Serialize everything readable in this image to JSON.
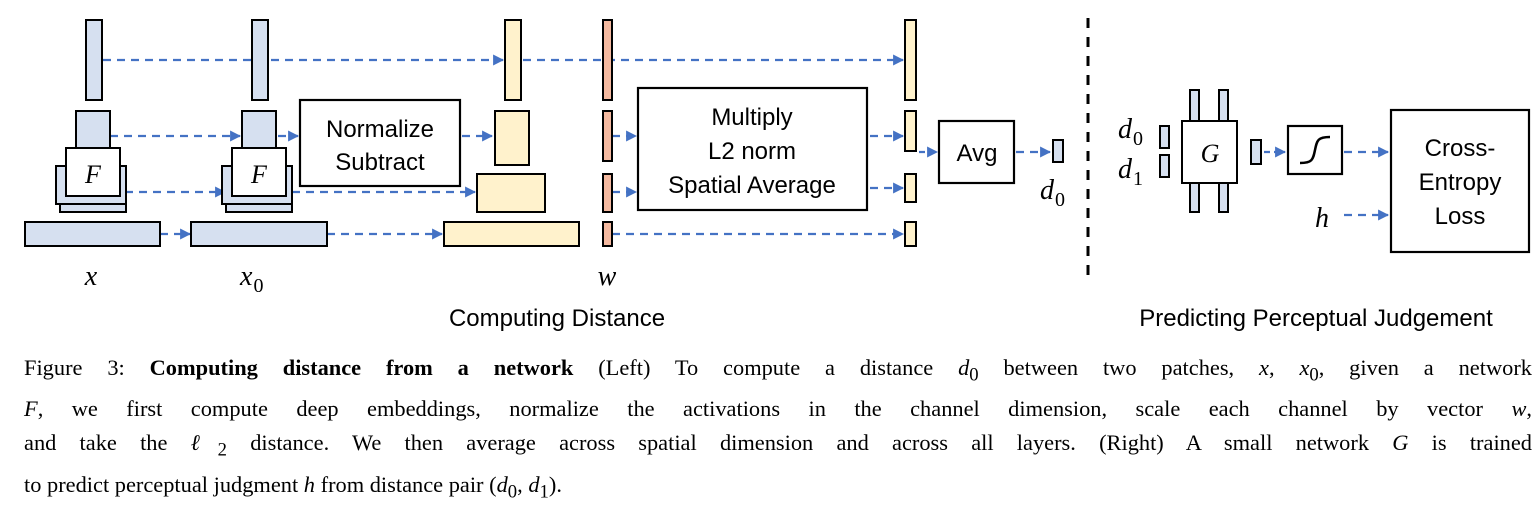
{
  "diagram": {
    "left_section": {
      "title": "Computing Distance",
      "input_labels": {
        "x": "x",
        "x0_base": "x",
        "x0_sub": "0",
        "w": "w"
      },
      "network_label": "F",
      "normalize_box": {
        "line1": "Normalize",
        "line2": "Subtract"
      },
      "multiply_box": {
        "line1": "Multiply",
        "line2": "L2 norm",
        "line3": "Spatial Average"
      },
      "avg_box": "Avg",
      "output_label": {
        "base": "d",
        "sub": "0"
      }
    },
    "right_section": {
      "title": "Predicting Perceptual Judgement",
      "input_d0": {
        "base": "d",
        "sub": "0"
      },
      "input_d1": {
        "base": "d",
        "sub": "1"
      },
      "network_label": "G",
      "h_label": "h",
      "loss_box": {
        "line1": "Cross-",
        "line2": "Entropy",
        "line3": "Loss"
      }
    },
    "colors": {
      "blue_fill": "#d6e0f0",
      "yellow_fill": "#fff2cc",
      "salmon_fill": "#f4b9a0",
      "arrow": "#4472c4",
      "stroke": "#000000"
    }
  },
  "caption": {
    "figure_label": "Figure 3:",
    "bold_title": "Computing distance from a network",
    "seg1": "(Left) To compute a distance",
    "d0": "d",
    "d0_sub": "0",
    "seg2": "between two patches,",
    "x": "x",
    "x0": "x",
    "x0_sub": "0",
    "seg3": ", given a network",
    "F": "F",
    "seg4": ", we first compute deep embeddings, normalize the activations in the channel dimension, scale each channel by vector",
    "w": "w",
    "seg5": "and take the",
    "l2": "ℓ",
    "l2_sub": "2",
    "seg6": "distance. We then average across spatial dimension and across all layers. (Right) A small network",
    "G": "G",
    "seg7": "is trained",
    "seg8": "to predict perceptual judgment",
    "h": "h",
    "seg9": "from distance pair",
    "pair_open": "(",
    "pair_d0": "d",
    "pair_d0_sub": "0",
    "pair_comma": ",",
    "pair_d1": "d",
    "pair_d1_sub": "1",
    "pair_close": ")."
  }
}
